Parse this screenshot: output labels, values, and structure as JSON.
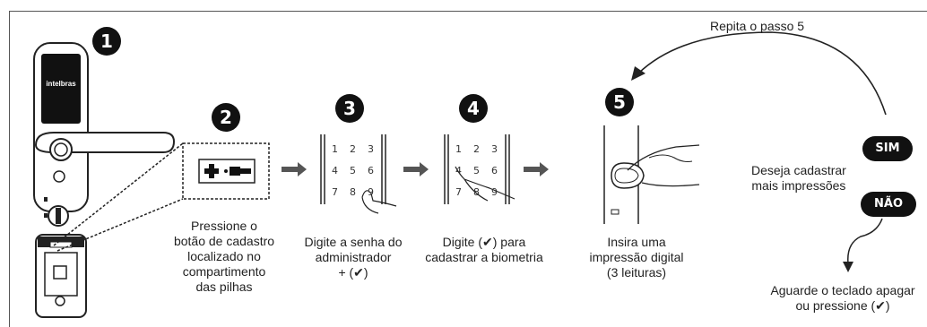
{
  "steps": {
    "s1": {
      "number": "1"
    },
    "s2": {
      "number": "2",
      "caption": [
        "Pressione o",
        "botão de cadastro",
        "localizado no",
        "compartimento",
        "das pilhas"
      ]
    },
    "s3": {
      "number": "3",
      "caption": [
        "Digite a senha do",
        "administrador",
        "+ (✔)"
      ]
    },
    "s4": {
      "number": "4",
      "caption": [
        "Digite (✔) para",
        "cadastrar a biometria"
      ]
    },
    "s5": {
      "number": "5",
      "caption": [
        "Insira uma",
        "impressão digital",
        "(3 leituras)"
      ]
    }
  },
  "lock": {
    "brand": "intelbras"
  },
  "keypad": {
    "keys": [
      "1",
      "2",
      "3",
      "4",
      "5",
      "6",
      "7",
      "8",
      "9"
    ]
  },
  "loop": {
    "repeat_label": "Repita o passo 5"
  },
  "question": {
    "lines": [
      "Deseja cadastrar",
      "mais impressões"
    ]
  },
  "choices": {
    "yes": "SIM",
    "no": "NÃO"
  },
  "final": {
    "lines": [
      "Aguarde o teclado apagar",
      "ou pressione (✔)"
    ]
  }
}
